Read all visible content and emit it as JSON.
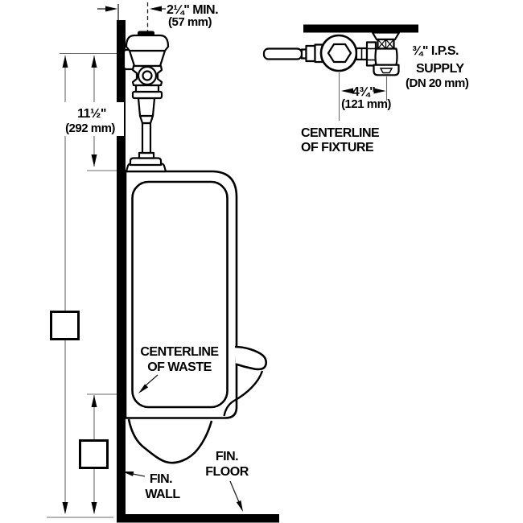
{
  "colors": {
    "line": "#000000",
    "dimension_line": "#6b6b6b",
    "background": "#ffffff"
  },
  "side_view": {
    "wall_offset_dim": {
      "value": "2¼\" MIN.",
      "metric": "(57 mm)"
    },
    "height_dim": {
      "value": "11½\"",
      "metric": "(292 mm)"
    },
    "rough_in_boxes": {
      "upper": "",
      "lower": ""
    },
    "centerline_of_waste": {
      "line1": "CENTERLINE",
      "line2": "OF WASTE"
    },
    "fin_wall": {
      "line1": "FIN.",
      "line2": "WALL"
    },
    "fin_floor": {
      "line1": "FIN.",
      "line2": "FLOOR"
    }
  },
  "plan_view": {
    "fixture_offset_dim": {
      "value": "4¾\"",
      "metric": "(121 mm)"
    },
    "supply": {
      "line1": "¾\" I.P.S.",
      "line2": "SUPPLY",
      "line3": "(DN 20 mm)"
    },
    "centerline_of_fixture": {
      "line1": "CENTERLINE",
      "line2": "OF FIXTURE"
    }
  }
}
